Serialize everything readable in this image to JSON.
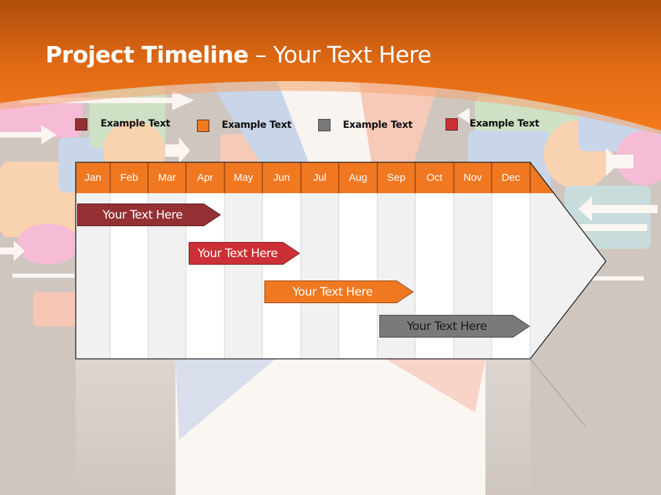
{
  "slide": {
    "title_bold": "Project Timeline",
    "title_rest": " – Your Text Here",
    "colors": {
      "header_orange": "#f07820",
      "header_dark": "#b04e0c",
      "bar_dark_red": "#943034",
      "bar_red": "#cc3036",
      "bar_orange": "#f07820",
      "bar_gray": "#7a7a7a"
    }
  },
  "legend": [
    {
      "label": "Example Text",
      "color": "#943034"
    },
    {
      "label": "Example Text",
      "color": "#f07820"
    },
    {
      "label": "Example Text",
      "color": "#7a7a7a"
    },
    {
      "label": "Example Text",
      "color": "#cc3036"
    }
  ],
  "timeline": {
    "months": [
      "Jan",
      "Feb",
      "Mar",
      "Apr",
      "May",
      "Jun",
      "Jul",
      "Aug",
      "Sep",
      "Oct",
      "Nov",
      "Dec"
    ],
    "bars": [
      {
        "label": "Your  Text Here",
        "color": "#943034",
        "start_month": "Jan",
        "end_month": "Apr"
      },
      {
        "label": "Your  Text Here",
        "color": "#cc3036",
        "start_month": "Apr",
        "end_month": "Jun"
      },
      {
        "label": "Your  Text Here",
        "color": "#f07820",
        "start_month": "Jun",
        "end_month": "Sep"
      },
      {
        "label": "Your  Text Here",
        "color": "#7a7a7a",
        "start_month": "Sep",
        "end_month": "Dec"
      }
    ]
  }
}
